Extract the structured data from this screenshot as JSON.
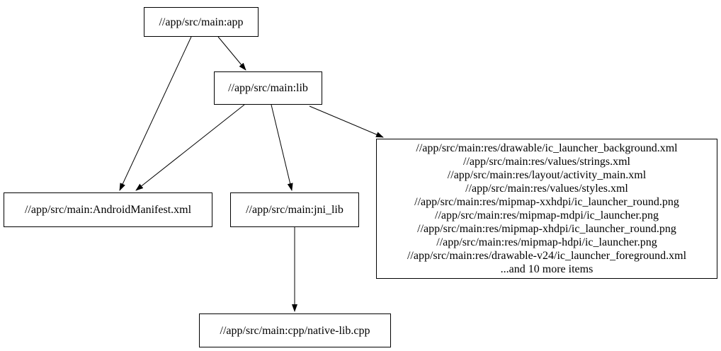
{
  "graph": {
    "nodes": {
      "app": {
        "label": "//app/src/main:app"
      },
      "lib": {
        "label": "//app/src/main:lib"
      },
      "manifest": {
        "label": "//app/src/main:AndroidManifest.xml"
      },
      "jni_lib": {
        "label": "//app/src/main:jni_lib"
      },
      "resources": {
        "lines": [
          "//app/src/main:res/drawable/ic_launcher_background.xml",
          "//app/src/main:res/values/strings.xml",
          "//app/src/main:res/layout/activity_main.xml",
          "//app/src/main:res/values/styles.xml",
          "//app/src/main:res/mipmap-xxhdpi/ic_launcher_round.png",
          "//app/src/main:res/mipmap-mdpi/ic_launcher.png",
          "//app/src/main:res/mipmap-xhdpi/ic_launcher_round.png",
          "//app/src/main:res/mipmap-hdpi/ic_launcher.png",
          "//app/src/main:res/drawable-v24/ic_launcher_foreground.xml",
          "...and 10 more items"
        ]
      },
      "native_lib": {
        "label": "//app/src/main:cpp/native-lib.cpp"
      }
    },
    "edges": [
      {
        "from": "//app/src/main:app",
        "to": "//app/src/main:lib"
      },
      {
        "from": "//app/src/main:app",
        "to": "//app/src/main:AndroidManifest.xml"
      },
      {
        "from": "//app/src/main:lib",
        "to": "//app/src/main:AndroidManifest.xml"
      },
      {
        "from": "//app/src/main:lib",
        "to": "//app/src/main:jni_lib"
      },
      {
        "from": "//app/src/main:lib",
        "to": "resources-group"
      },
      {
        "from": "//app/src/main:jni_lib",
        "to": "//app/src/main:cpp/native-lib.cpp"
      }
    ],
    "colors": {
      "background": "#ffffff",
      "node_fill": "#ffffff",
      "node_border": "#000000",
      "text": "#000000",
      "edge": "#000000"
    }
  }
}
